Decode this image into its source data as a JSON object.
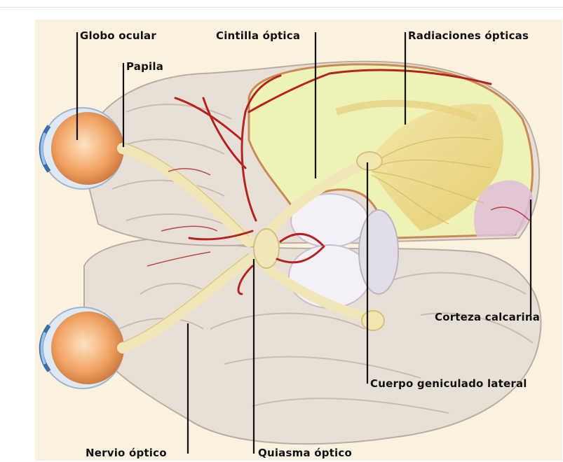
{
  "labels": {
    "globo_ocular": "Globo ocular",
    "papila": "Papila",
    "cintilla_optica": "Cintilla óptica",
    "radiaciones_opticas": "Radiaciones ópticas",
    "corteza_calcarina": "Corteza calcarina",
    "cuerpo_geniculado_lateral": "Cuerpo geniculado lateral",
    "nervio_optico": "Nervio óptico",
    "quiasma_optico": "Quiasma óptico"
  },
  "colors": {
    "background": "#fbf1e0",
    "brain_tissue": "#e8e0d6",
    "cortex_section": "#eef2b6",
    "radiations": "#e9d98a",
    "nerve": "#f1e6b8",
    "vessels": "#b3231f",
    "eye_iris": "#f2a566",
    "calcarine": "#d9b5d6"
  }
}
